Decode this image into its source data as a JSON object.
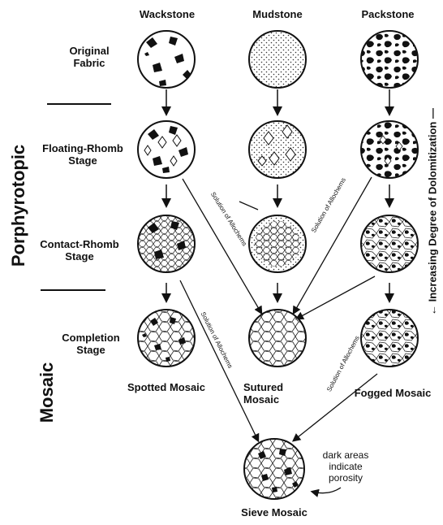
{
  "columns": {
    "wackstone": "Wackstone",
    "mudstone": "Mudstone",
    "packstone": "Packstone"
  },
  "stages": {
    "original_fabric": [
      "Original",
      "Fabric"
    ],
    "floating_rhomb": [
      "Floating-Rhomb",
      "Stage"
    ],
    "contact_rhomb": [
      "Contact-Rhomb",
      "Stage"
    ],
    "completion": [
      "Completion",
      "Stage"
    ]
  },
  "groups": {
    "porphyrotopic": "Porphyrotopic",
    "mosaic": "Mosaic"
  },
  "results": {
    "spotted": "Spotted Mosaic",
    "sutured": [
      "Sutured",
      "Mosaic"
    ],
    "fogged": "Fogged Mosaic",
    "sieve": "Sieve Mosaic"
  },
  "solution_label": "Solution of Allochems",
  "axis_label": "Increasing Degree of Dolomitization",
  "porosity_note": [
    "dark areas",
    "indicate",
    "porosity"
  ]
}
